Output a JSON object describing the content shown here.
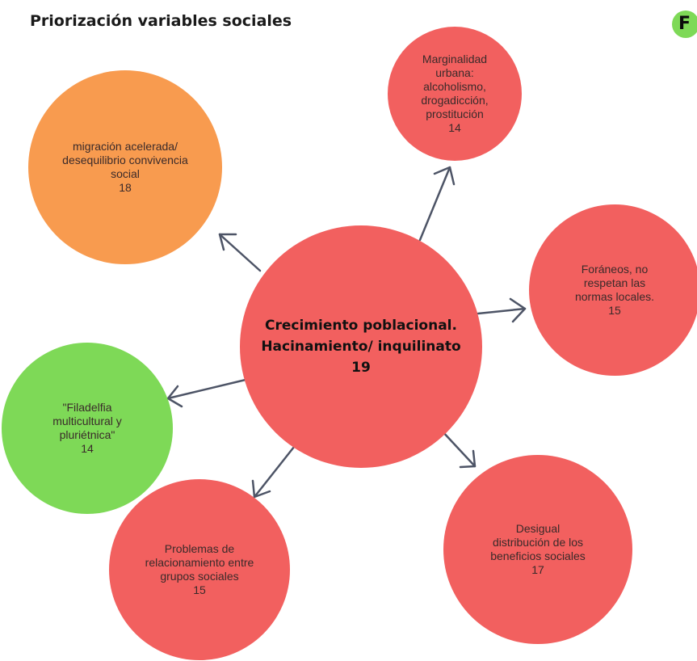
{
  "title": "Priorización variables sociales",
  "logo_letter": "F",
  "colors": {
    "red": "#f2605f",
    "orange": "#f89b4f",
    "green": "#7ed957",
    "arrow": "#4d5466"
  },
  "center": {
    "label": "Crecimiento poblacional.\nHacinamiento/  inquilinato",
    "value": "19"
  },
  "nodes": {
    "marginalidad": {
      "label": "Marginalidad\nurbana:\nalcoholismo,\ndrogadicción,\nprostitución",
      "value": "14"
    },
    "migracion": {
      "label": "migración acelerada/\ndesequilibrio convivencia\nsocial",
      "value": "18"
    },
    "foraneos": {
      "label": "Foráneos,  no\nrespetan las\nnormas locales.",
      "value": "15"
    },
    "filadelfia": {
      "label": "\"Filadelfia\nmulticultural y\npluriétnica\"",
      "value": "14"
    },
    "problemas": {
      "label": "Problemas de\nrelacionamiento entre\ngrupos sociales",
      "value": "15"
    },
    "desigual": {
      "label": "Desigual\ndistribución de los\nbeneficios sociales",
      "value": "17"
    }
  }
}
